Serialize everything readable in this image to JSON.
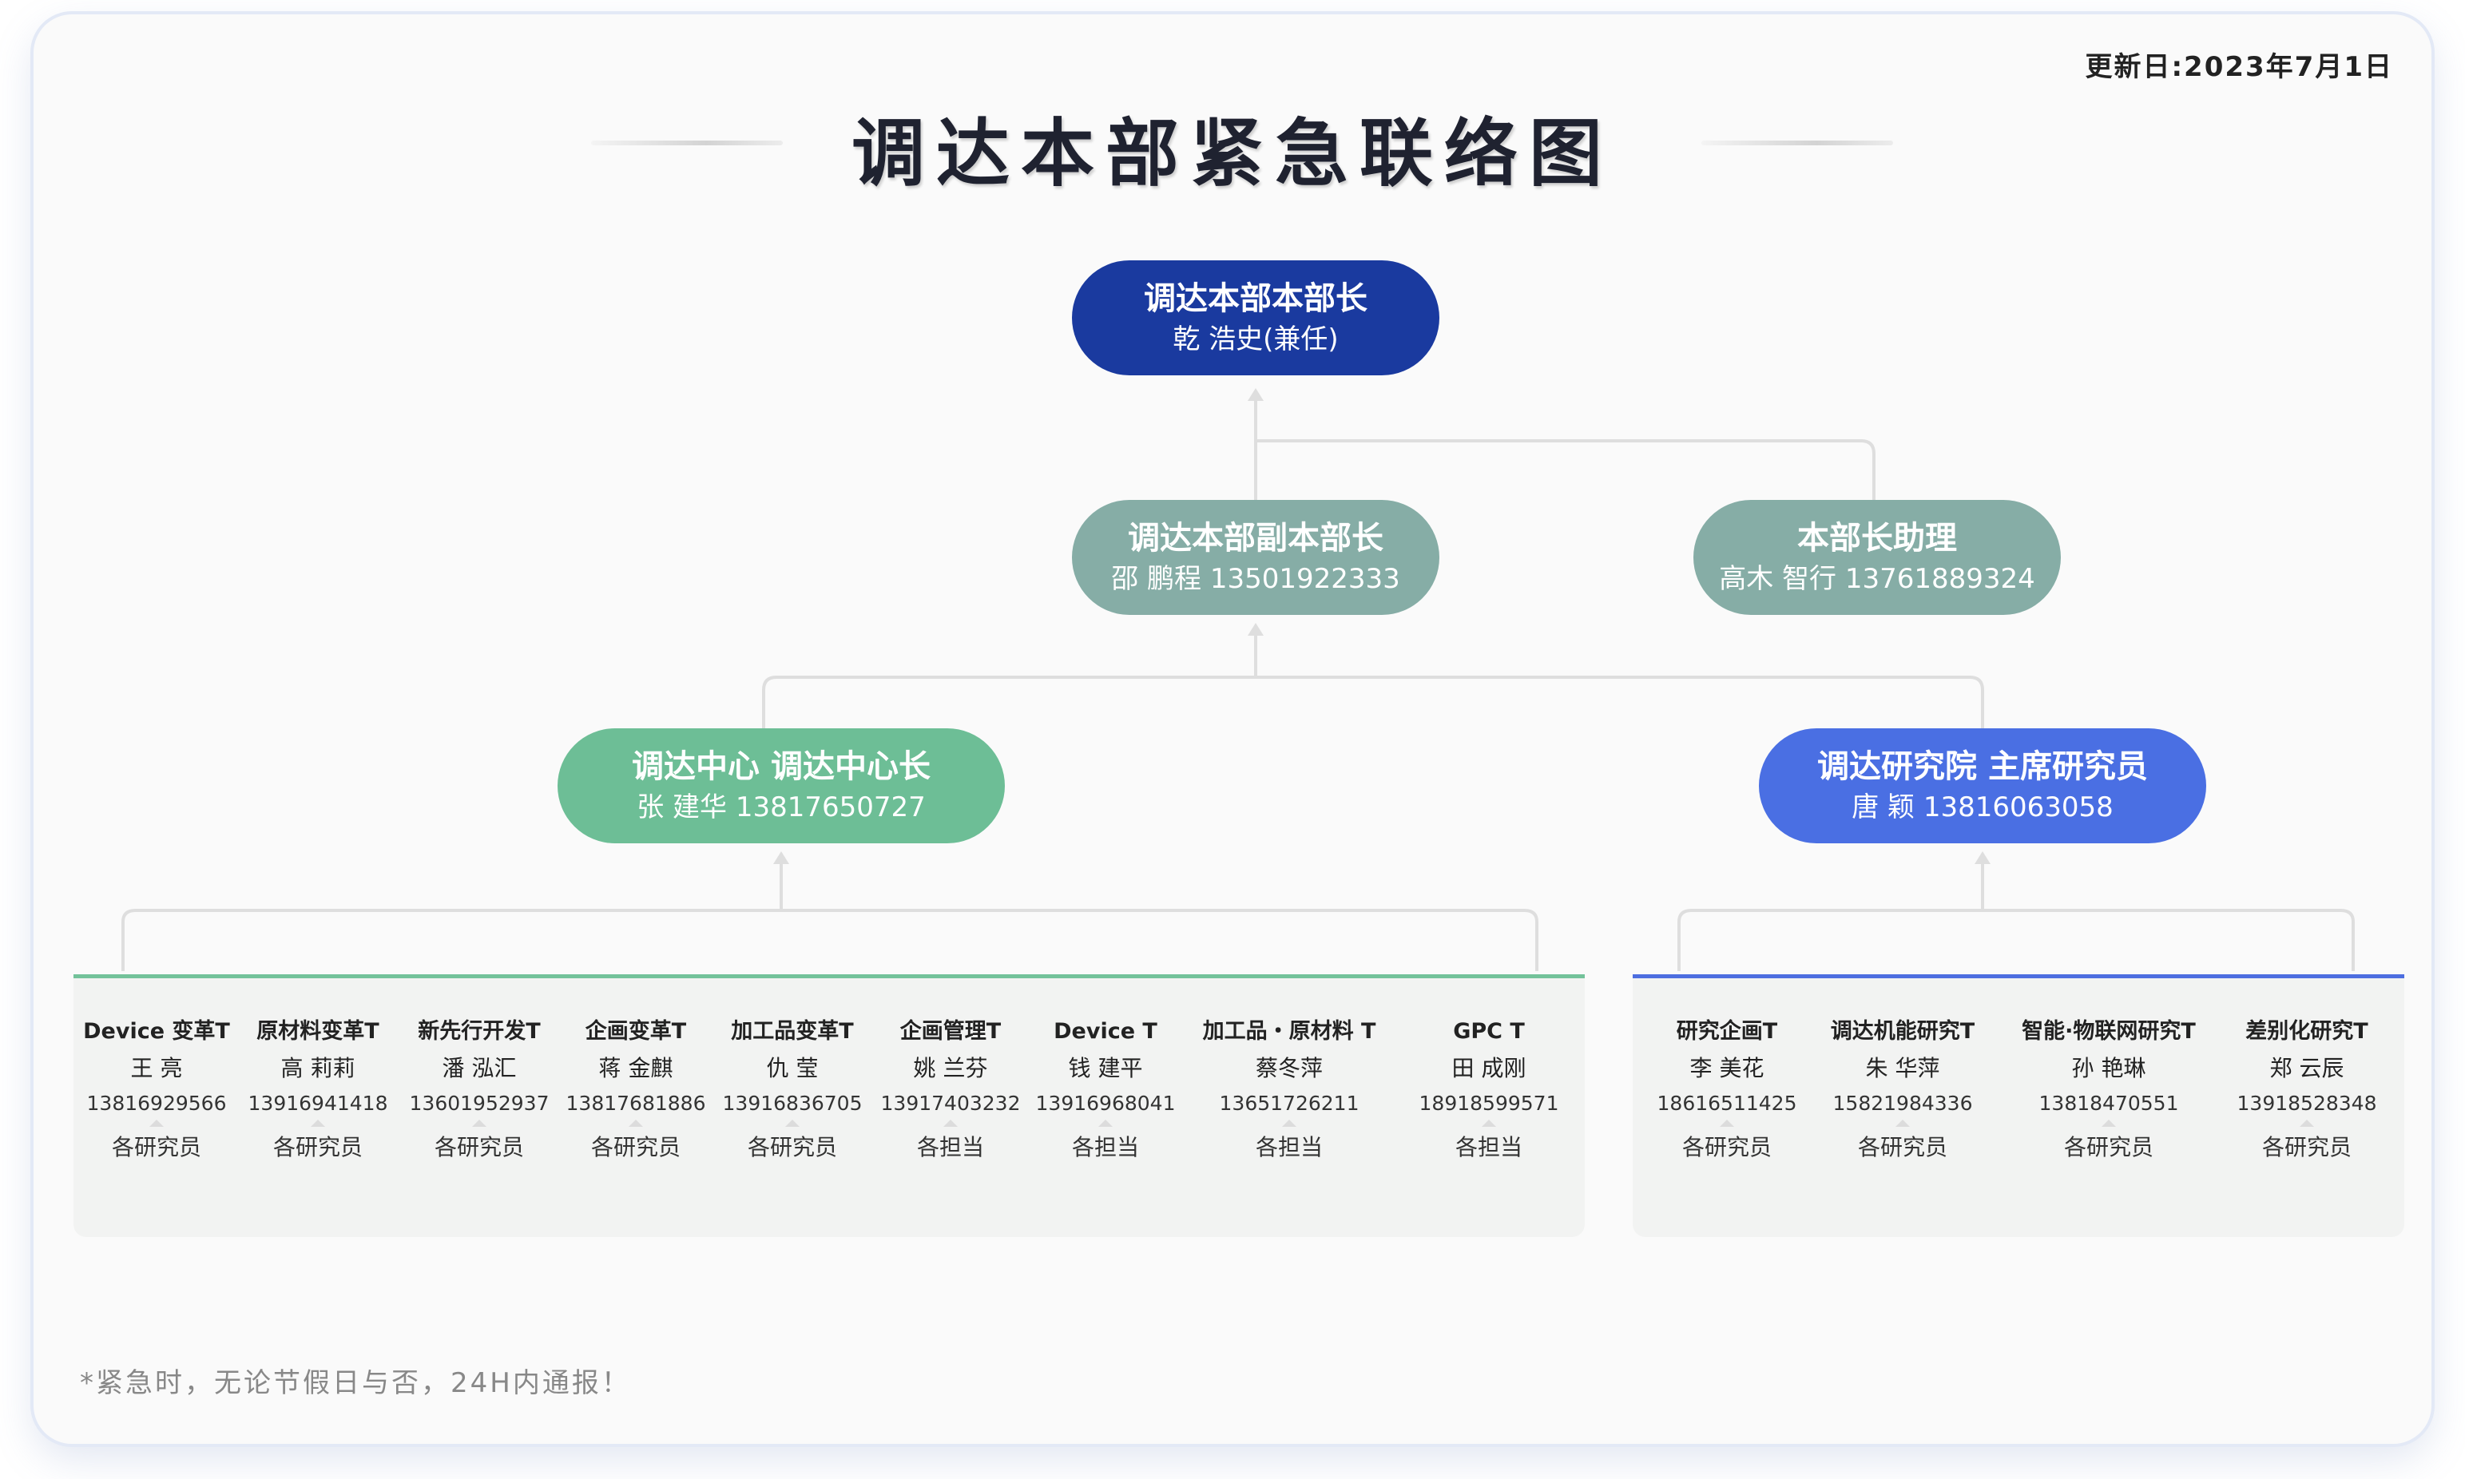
{
  "update_date": "更新日:2023年7月1日",
  "title": "调达本部紧急联络图",
  "nodes": {
    "chief": {
      "role": "调达本部本部长",
      "person": "乾 浩史(兼任)",
      "color": "#1a3a9f"
    },
    "deputy": {
      "role": "调达本部副本部长",
      "person": "邵 鹏程 13501922333",
      "color": "#86ada6"
    },
    "assistant": {
      "role": "本部长助理",
      "person": "高木 智行 13761889324",
      "color": "#86ada6"
    },
    "center": {
      "role": "调达中心 调达中心长",
      "person": "张 建华 13817650727",
      "color": "#6dbe96"
    },
    "institute": {
      "role": "调达研究院 主席研究员",
      "person": "唐 颖 13816063058",
      "color": "#4a6fe3"
    }
  },
  "center_teams": [
    {
      "name": "Device 变革T",
      "leader": "王 亮",
      "phone": "13816929566",
      "members": "各研究员"
    },
    {
      "name": "原材料变革T",
      "leader": "高 莉莉",
      "phone": "13916941418",
      "members": "各研究员"
    },
    {
      "name": "新先行开发T",
      "leader": "潘 泓汇",
      "phone": "13601952937",
      "members": "各研究员"
    },
    {
      "name": "企画变革T",
      "leader": "蒋 金麒",
      "phone": "13817681886",
      "members": "各研究员"
    },
    {
      "name": "加工品变革T",
      "leader": "仇 莹",
      "phone": "13916836705",
      "members": "各研究员"
    },
    {
      "name": "企画管理T",
      "leader": "姚 兰芬",
      "phone": "13917403232",
      "members": "各担当"
    },
    {
      "name": "Device T",
      "leader": "钱 建平",
      "phone": "13916968041",
      "members": "各担当"
    },
    {
      "name": "加工品・原材料 T",
      "leader": "蔡冬萍",
      "phone": "13651726211",
      "members": "各担当"
    },
    {
      "name": "GPC T",
      "leader": "田 成刚",
      "phone": "18918599571",
      "members": "各担当"
    }
  ],
  "institute_teams": [
    {
      "name": "研究企画T",
      "leader": "李 美花",
      "phone": "18616511425",
      "members": "各研究员"
    },
    {
      "name": "调达机能研究T",
      "leader": "朱 华萍",
      "phone": "15821984336",
      "members": "各研究员"
    },
    {
      "name": "智能·物联网研究T",
      "leader": "孙 艳琳",
      "phone": "13818470551",
      "members": "各研究员"
    },
    {
      "name": "差别化研究T",
      "leader": "郑 云辰",
      "phone": "13918528348",
      "members": "各研究员"
    }
  ],
  "footer_note": "*紧急时，无论节假日与否，24H内通报！"
}
